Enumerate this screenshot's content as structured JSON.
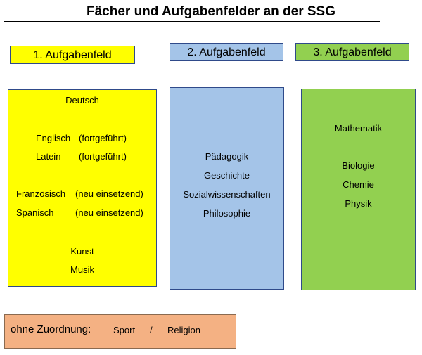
{
  "title": "Fächer und Aufgabenfelder an der SSG",
  "colors": {
    "yellow": "#ffff00",
    "blue": "#a4c4e8",
    "green": "#92d050",
    "orange": "#f4b183"
  },
  "field1": {
    "header": "1.  Aufgabenfeld",
    "deutsch": "Deutsch",
    "englisch": "Englisch",
    "englisch_note": "(fortgeführt)",
    "latein": "Latein",
    "latein_note": "(fortgeführt)",
    "franzoesisch": "Französisch",
    "franzoesisch_note": "(neu einsetzend)",
    "spanisch": "Spanisch",
    "spanisch_note": "(neu einsetzend)",
    "kunst": "Kunst",
    "musik": "Musik"
  },
  "field2": {
    "header": "2. Aufgabenfeld",
    "subjects": [
      "Pädagogik",
      "Geschichte",
      "Sozialwissenschaften",
      "Philosophie"
    ]
  },
  "field3": {
    "header": "3. Aufgabenfeld",
    "mathematik": "Mathematik",
    "subjects": [
      "Biologie",
      "Chemie",
      "Physik"
    ]
  },
  "unassigned": {
    "label": "ohne Zuordnung:",
    "sport": "Sport",
    "separator": "/",
    "religion": "Religion"
  }
}
